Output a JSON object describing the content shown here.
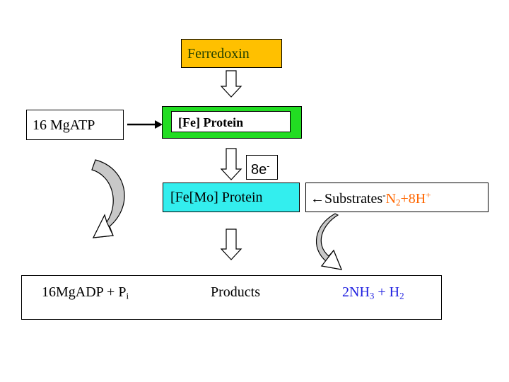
{
  "ferredoxin": "Ferredoxin",
  "mgatp": "16 MgATP",
  "fe_protein": "[Fe]  Protein",
  "electrons": {
    "base": "8e",
    "sup": "-"
  },
  "femo_protein": "[Fe[Mo] Protein",
  "substrates": {
    "arrow_glyph": "←",
    "label": "Substrates",
    "dash": "-",
    "n_main": "N",
    "n_sub": "2",
    "h_main": "+8H",
    "h_sup": "+"
  },
  "products_row": {
    "reactant_main": "16MgADP + P",
    "reactant_sub": "i",
    "products_label": "Products",
    "nh_main": "2NH",
    "nh_sub": "3",
    "plus_h": " + H",
    "h_sub": "2"
  },
  "colors": {
    "ferredoxin_fill": "#FFC000",
    "ferredoxin_text": "#1F3F00",
    "fe_protein_fill": "#22DD22",
    "femo_fill": "#33EEEE",
    "accent_orange": "#FF6600",
    "accent_blue": "#1F1FE0",
    "curved_arrow_fill": "#C8C8C8"
  }
}
